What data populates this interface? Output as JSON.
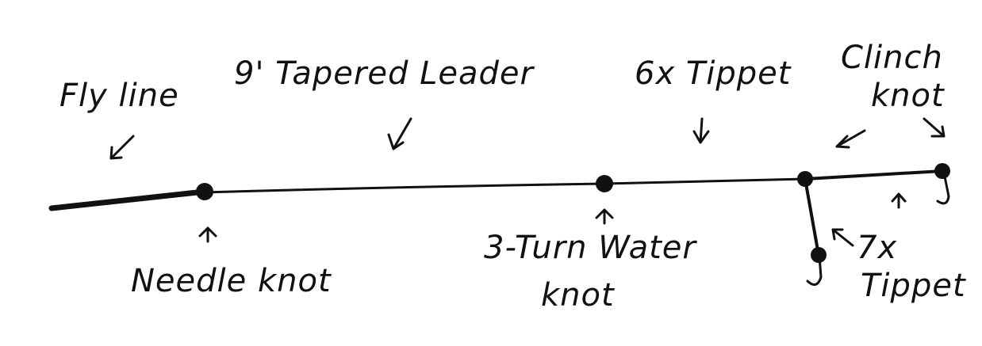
{
  "labels": {
    "fly_line": "Fly line",
    "tapered_leader": "9' Tapered Leader",
    "tippet_6x": "6x Tippet",
    "clinch_knot_1": "Clinch",
    "clinch_knot_2": "knot",
    "needle_knot": "Needle knot",
    "water_knot_1": "3-Turn Water",
    "water_knot_2": "knot",
    "tippet_7x_1": "7x",
    "tippet_7x_2": "Tippet"
  },
  "colors": {
    "ink": "#111111",
    "background": "#ffffff"
  }
}
